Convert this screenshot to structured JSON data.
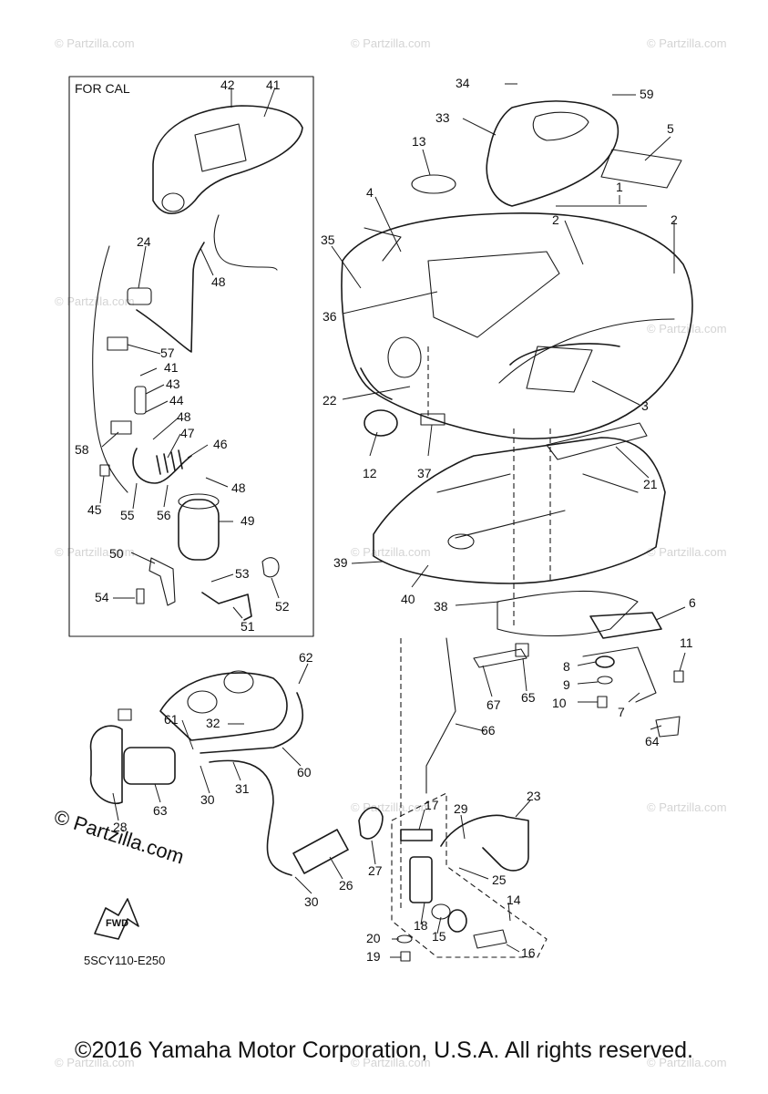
{
  "frame_label": "FOR CAL",
  "diagram_code": "5SCY110-E250",
  "brand": "© Partzilla.com",
  "watermark": "© Partzilla.com",
  "fwd_label": "FWD",
  "copyright": "©2016 Yamaha Motor Corporation, U.S.A. All rights reserved.",
  "callouts": [
    "1",
    "2",
    "2",
    "3",
    "4",
    "5",
    "6",
    "7",
    "8",
    "9",
    "10",
    "11",
    "12",
    "13",
    "14",
    "15",
    "16",
    "17",
    "18",
    "19",
    "20",
    "21",
    "22",
    "23",
    "24",
    "25",
    "26",
    "27",
    "28",
    "29",
    "30",
    "30",
    "31",
    "32",
    "33",
    "34",
    "35",
    "36",
    "37",
    "38",
    "39",
    "40",
    "41",
    "41",
    "42",
    "43",
    "44",
    "45",
    "46",
    "47",
    "48",
    "48",
    "48",
    "49",
    "50",
    "51",
    "52",
    "53",
    "54",
    "55",
    "56",
    "57",
    "58",
    "59",
    "60",
    "61",
    "62",
    "63",
    "64",
    "65",
    "66",
    "67"
  ]
}
